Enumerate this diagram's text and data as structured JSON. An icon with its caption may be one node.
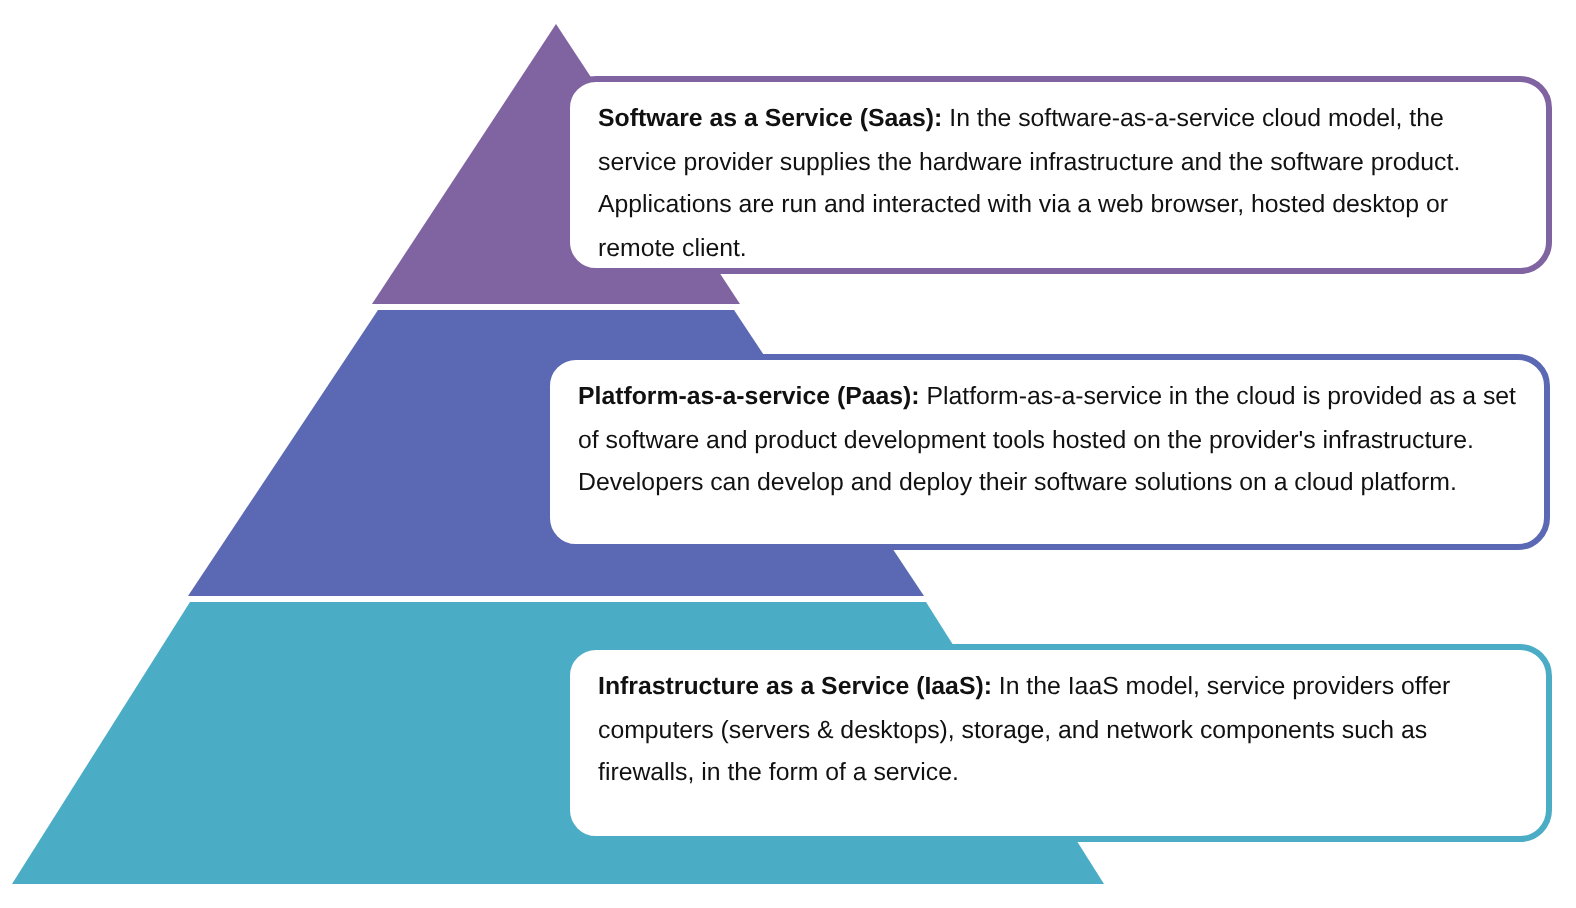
{
  "diagram": {
    "nodes": [
      {
        "text": [],
        "shape": "triangle"
      },
      {
        "text": [],
        "shape": "trapezoid"
      },
      {
        "text": [],
        "shape": "trapezoid"
      },
      {
        "text": [
          "**Software as a Service (Saas):** In the software-as-a-service cloud model, the service provider supplies the hardware infrastructure and the software product. Applications are run and interacted with via a web browser, hosted desktop or remote client."
        ]
      },
      {
        "text": [
          "**Platform-as-a-service (Paas):** Platform-as-a-service in the cloud is provided as a set of software and product development tools hosted on the provider's infrastructure. Developers can develop and deploy their software solutions on a cloud platform."
        ]
      },
      {
        "text": [
          "**Infrastructure as a Service (IaaS):** In the IaaS model, service providers offer computers (servers & desktops), storage, and network components such as firewalls, in the form of a service."
        ]
      }
    ]
  }
}
